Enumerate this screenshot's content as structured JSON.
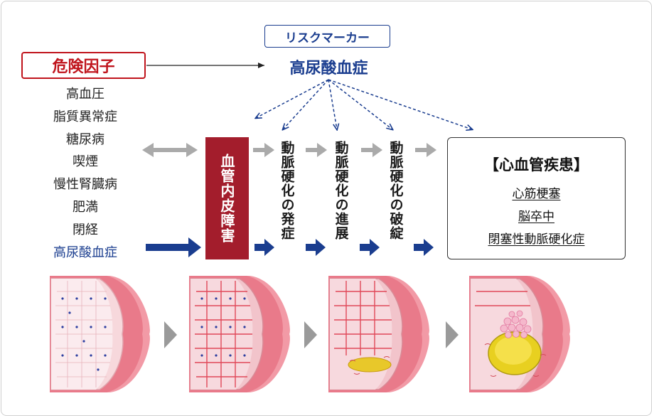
{
  "risk_factor": {
    "label": "危険因子"
  },
  "risk_marker": {
    "label": "リスクマーカー",
    "condition": "高尿酸血症"
  },
  "risk_factors": [
    "高血圧",
    "脂質異常症",
    "糖尿病",
    "喫煙",
    "慢性腎臓病",
    "肥満",
    "閉経",
    "高尿酸血症"
  ],
  "endothelial": {
    "label": "血管内皮障害"
  },
  "stages": [
    "動脈硬化の発症",
    "動脈硬化の進展",
    "動脈硬化の破綻"
  ],
  "cvd": {
    "title": "【心血管疾患】",
    "items": [
      "心筋梗塞",
      "脳卒中",
      "閉塞性動脈硬化症"
    ]
  },
  "colors": {
    "red": "#c0141c",
    "navy": "#1a3d8f",
    "gray_arrow": "#aaaaaa",
    "vessel_wall": "#f2a0a8",
    "plaque": "#e8c82a"
  },
  "icons": {
    "vessel_stages": "blood-vessel-cross-section-icon",
    "stage_arrow": "triangle-right-icon"
  }
}
